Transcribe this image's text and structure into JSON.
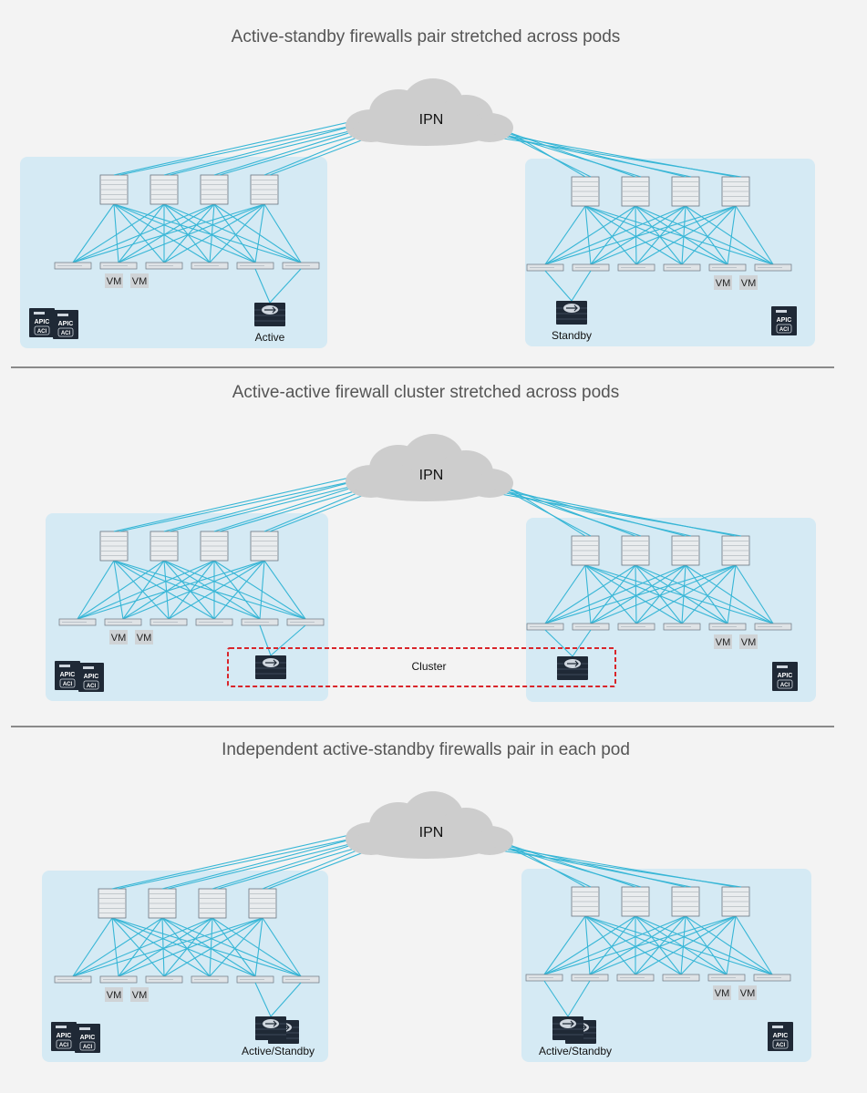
{
  "colors": {
    "background": "#f3f3f3",
    "pod_fill": "#d5eaf4",
    "link": "#37b6d6",
    "cloud": "#cdcdcd",
    "cluster_border": "#d9252a",
    "device_dark": "#1f2936",
    "vm_box": "#cfd3d6"
  },
  "icons": {
    "spine": "switch-icon",
    "leaf": "switch-icon",
    "firewall": "firewall-icon",
    "apic": "apic-controller-icon",
    "cloud": "cloud-icon"
  },
  "sections": [
    {
      "title": "Active-standby firewalls pair stretched across pods",
      "cloud_label": "IPN",
      "left_pod": {
        "vms": [
          "VM",
          "VM"
        ],
        "apic": [
          {
            "name": "APIC",
            "acl": "ACI"
          },
          {
            "name": "APIC",
            "acl": "ACI"
          }
        ],
        "firewall_label": "Active"
      },
      "right_pod": {
        "vms": [
          "VM",
          "VM"
        ],
        "apic": [
          {
            "name": "APIC",
            "acl": "ACI"
          }
        ],
        "firewall_label": "Standby"
      }
    },
    {
      "title": "Active-active firewall cluster stretched across pods",
      "cloud_label": "IPN",
      "cluster_label": "Cluster",
      "left_pod": {
        "vms": [
          "VM",
          "VM"
        ],
        "apic": [
          {
            "name": "APIC",
            "acl": "ACI"
          },
          {
            "name": "APIC",
            "acl": "ACI"
          }
        ],
        "firewall_label": ""
      },
      "right_pod": {
        "vms": [
          "VM",
          "VM"
        ],
        "apic": [
          {
            "name": "APIC",
            "acl": "ACI"
          }
        ],
        "firewall_label": ""
      }
    },
    {
      "title": "Independent active-standby firewalls pair in each pod",
      "cloud_label": "IPN",
      "left_pod": {
        "vms": [
          "VM",
          "VM"
        ],
        "apic": [
          {
            "name": "APIC",
            "acl": "ACI"
          },
          {
            "name": "APIC",
            "acl": "ACI"
          }
        ],
        "firewall_label": "Active/Standby"
      },
      "right_pod": {
        "vms": [
          "VM",
          "VM"
        ],
        "apic": [
          {
            "name": "APIC",
            "acl": "ACI"
          }
        ],
        "firewall_label": "Active/Standby"
      }
    }
  ]
}
